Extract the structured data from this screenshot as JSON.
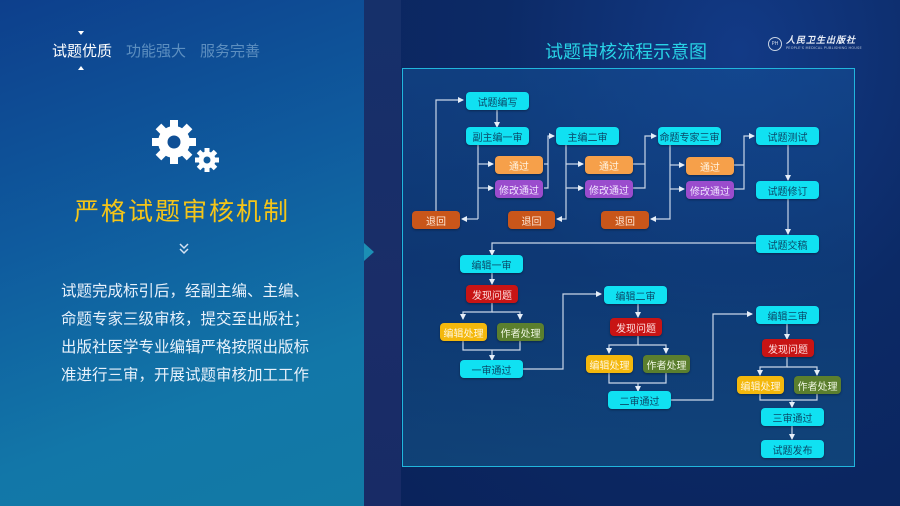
{
  "nav": {
    "items": [
      {
        "label": "试题优质",
        "active": true
      },
      {
        "label": "功能强大",
        "active": false
      },
      {
        "label": "服务完善",
        "active": false
      }
    ]
  },
  "left": {
    "icon": "gears-icon",
    "headline": "严格试题审核机制",
    "scroll_icon": "double-chevron-down-icon",
    "description": "试题完成标引后，经副主编、主编、命题专家三级审核，提交至出版社；出版社医学专业编辑严格按照出版标准进行三审，开展试题审核加工工作"
  },
  "header": {
    "title": "试题审核流程示意图",
    "logo": {
      "name_cn": "人民卫生出版社",
      "name_en": "PEOPLE'S MEDICAL PUBLISHING HOUSE",
      "icon": "publisher-logo-icon"
    }
  },
  "colors": {
    "main_step": "#10e1f2",
    "pass": "#f6a04a",
    "modify_pass": "#9a4ccd",
    "return": "#c9561a",
    "issue": "#c81414",
    "editor_fix": "#f4b80c",
    "author_fix": "#5b7f2e",
    "headline": "#f5c518",
    "title": "#28d3e6"
  },
  "flow": {
    "write": "试题编写",
    "review1": "副主编一审",
    "review2": "主编二审",
    "review3": "命题专家三审",
    "test": "试题测试",
    "revise": "试题修订",
    "submit": "试题交稿",
    "pass_label": "通过",
    "modify_pass_label": "修改通过",
    "return_label": "退回",
    "edit1": "编辑一审",
    "edit2": "编辑二审",
    "edit3": "编辑三审",
    "issue_label": "发现问题",
    "editor_fix_label": "编辑处理",
    "author_fix_label": "作者处理",
    "pass1": "一审通过",
    "pass2": "二审通过",
    "pass3": "三审通过",
    "publish": "试题发布"
  }
}
